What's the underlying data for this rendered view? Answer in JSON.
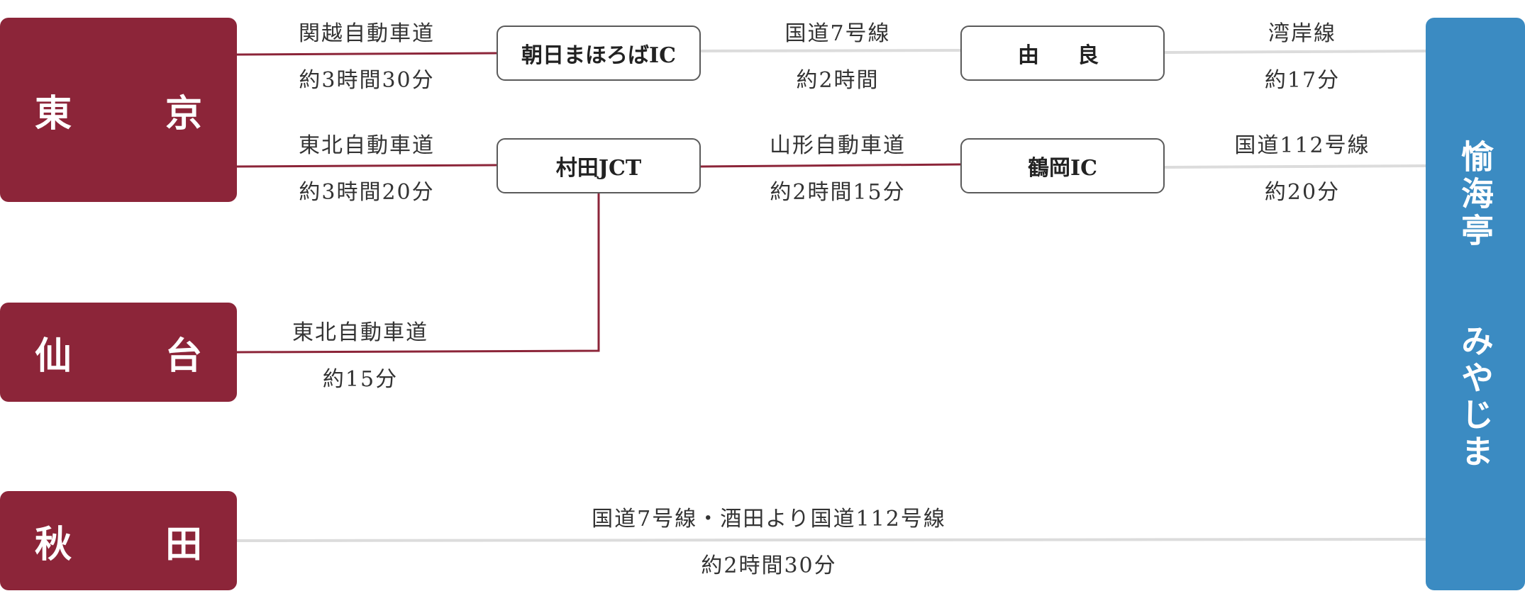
{
  "origins": {
    "tokyo": "東　京",
    "sendai": "仙　台",
    "akita": "秋　田"
  },
  "nodes": {
    "asahi": "朝日まほろばIC",
    "yura": "由　良",
    "murata": "村田JCT",
    "tsuruoka": "鶴岡IC"
  },
  "destination": {
    "name": "愉海亭",
    "kana": "みやじま"
  },
  "routes": {
    "tokyo_asahi": {
      "road": "関越自動車道",
      "time": "約3時間30分"
    },
    "asahi_yura": {
      "road": "国道7号線",
      "time": "約2時間"
    },
    "yura_dest": {
      "road": "湾岸線",
      "time": "約17分"
    },
    "tokyo_murata": {
      "road": "東北自動車道",
      "time": "約3時間20分"
    },
    "murata_tsuruoka": {
      "road": "山形自動車道",
      "time": "約2時間15分"
    },
    "tsuruoka_dest": {
      "road": "国道112号線",
      "time": "約20分"
    },
    "sendai_murata": {
      "road": "東北自動車道",
      "time": "約15分"
    },
    "akita_dest": {
      "road": "国道7号線・酒田より国道112号線",
      "time": "約2時間30分"
    }
  },
  "colors": {
    "origin": "#8c2539",
    "destination": "#3b8bc2",
    "highway_line": "#8c2539",
    "local_line": "#d9d9d9"
  }
}
